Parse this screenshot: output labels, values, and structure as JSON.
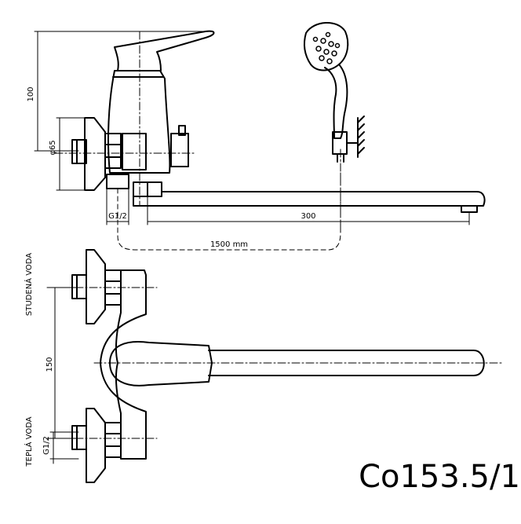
{
  "drawing": {
    "model": "Co153.5/1",
    "dims": {
      "height": "100",
      "flange": "φ65",
      "inlet_thread": "G1/2",
      "spout": "300",
      "hose": "1500 mm",
      "spacing": "150",
      "thread_bottom": "G1/2"
    },
    "labels": {
      "cold": "STUDENÁ VODA",
      "hot": "TEPLÁ VODA"
    }
  }
}
